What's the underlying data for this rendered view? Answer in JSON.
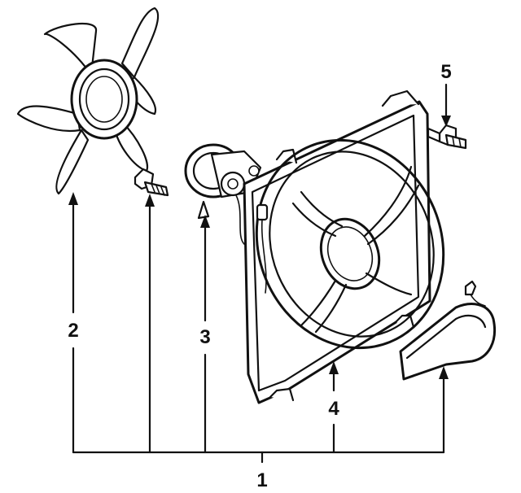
{
  "callouts": {
    "c1": "1",
    "c2": "2",
    "c3": "3",
    "c4": "4",
    "c5": "5"
  },
  "colors": {
    "ink": "#111111",
    "paper": "#ffffff"
  }
}
